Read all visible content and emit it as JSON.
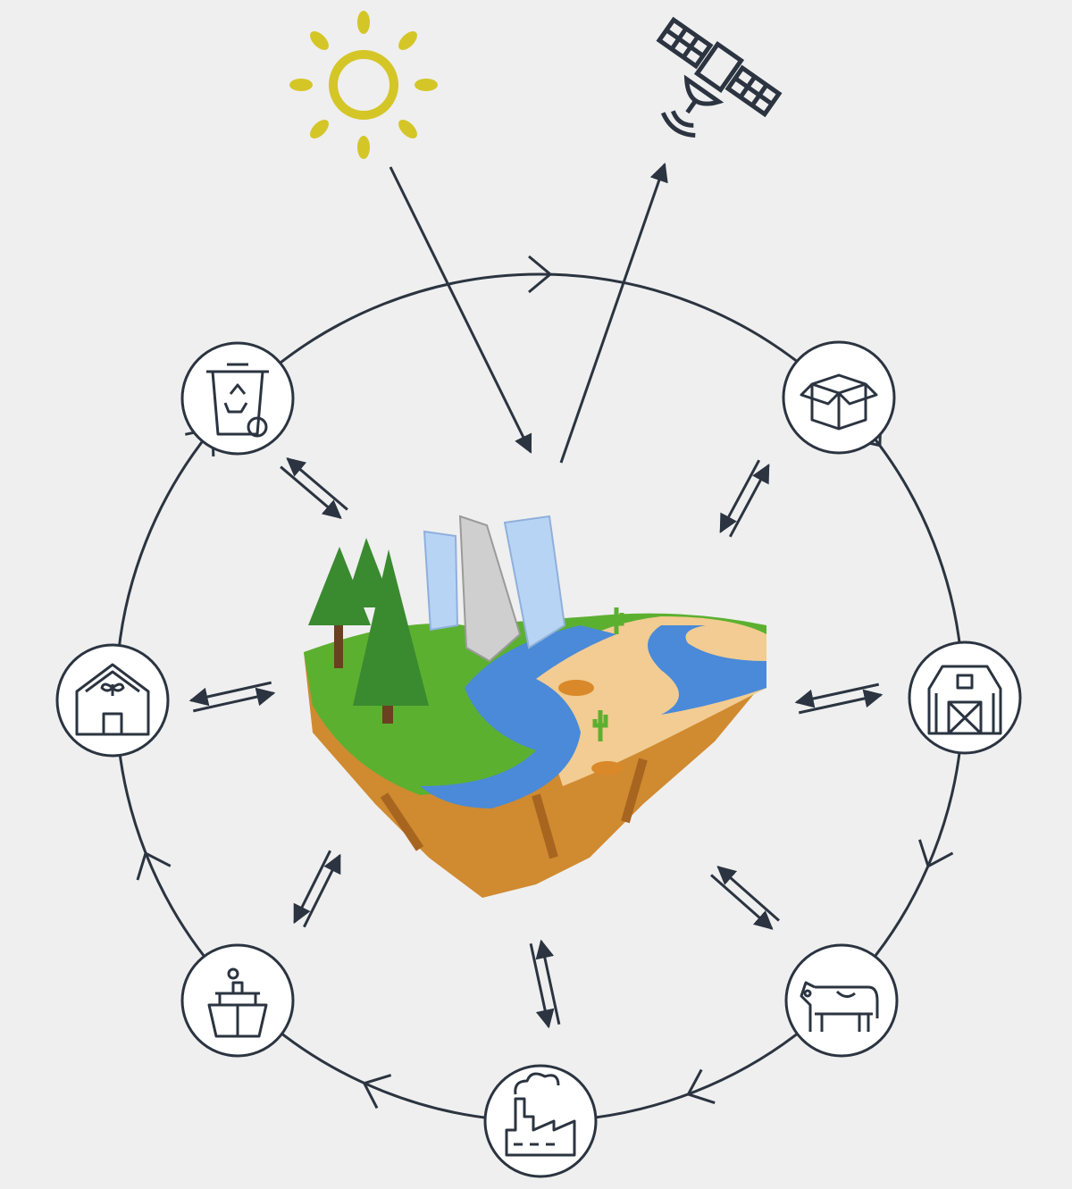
{
  "diagram": {
    "title": "",
    "center": {
      "name": "landscape-island",
      "elements": [
        "forest",
        "city-buildings",
        "river",
        "desert"
      ]
    },
    "external": [
      {
        "id": "sun",
        "icon": "sun-icon",
        "flow": "incoming"
      },
      {
        "id": "satellite",
        "icon": "satellite-icon",
        "flow": "outgoing"
      }
    ],
    "cycle_direction": "clockwise",
    "nodes": [
      {
        "id": "waste",
        "icon": "recycle-bin-icon",
        "link": "bidirectional"
      },
      {
        "id": "packaging",
        "icon": "box-icon",
        "link": "bidirectional"
      },
      {
        "id": "farm",
        "icon": "barn-icon",
        "link": "bidirectional"
      },
      {
        "id": "livestock",
        "icon": "cow-icon",
        "link": "bidirectional"
      },
      {
        "id": "industry",
        "icon": "factory-icon",
        "link": "bidirectional"
      },
      {
        "id": "shipping",
        "icon": "ship-icon",
        "link": "bidirectional"
      },
      {
        "id": "greenhouse",
        "icon": "greenhouse-icon",
        "link": "bidirectional"
      }
    ]
  },
  "colors": {
    "background": "#efefef",
    "line": "#2b3440",
    "sun": "#d4c627",
    "grass": "#5cb030",
    "water": "#4a8ad8",
    "sand": "#f2cc92",
    "soil": "#d08a30",
    "tree": "#3a8a30",
    "building": "#b8d4f4"
  }
}
